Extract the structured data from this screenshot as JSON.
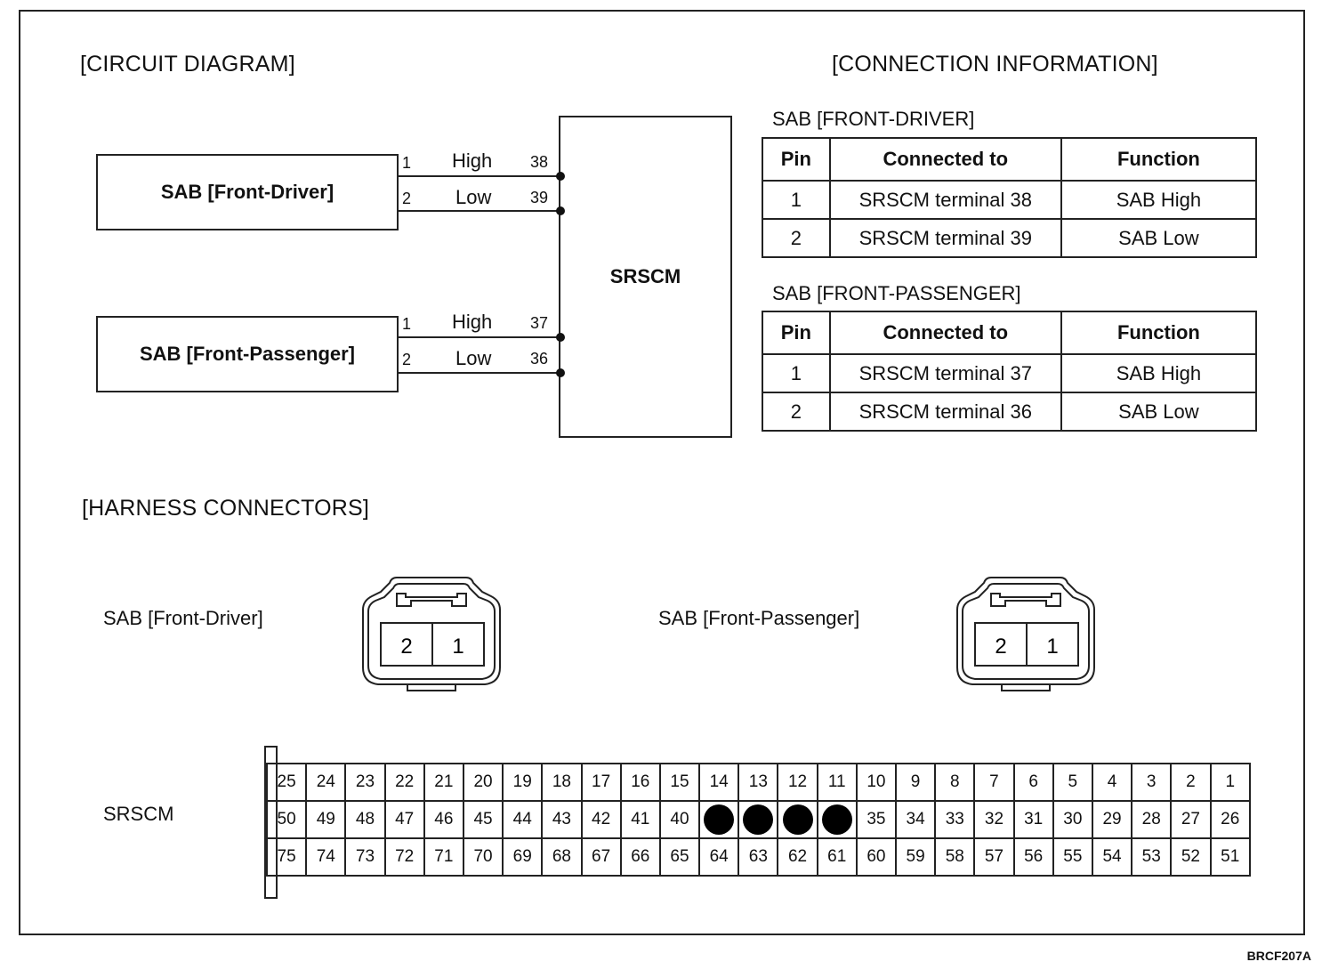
{
  "headings": {
    "circuit": "[CIRCUIT DIAGRAM]",
    "connection": "[CONNECTION INFORMATION]",
    "harness": "[HARNESS CONNECTORS]"
  },
  "circuit": {
    "driver_box": "SAB [Front-Driver]",
    "passenger_box": "SAB [Front-Passenger]",
    "module_box": "SRSCM",
    "driver_wires": [
      {
        "pin": "1",
        "signal": "High",
        "terminal": "38"
      },
      {
        "pin": "2",
        "signal": "Low",
        "terminal": "39"
      }
    ],
    "passenger_wires": [
      {
        "pin": "1",
        "signal": "High",
        "terminal": "37"
      },
      {
        "pin": "2",
        "signal": "Low",
        "terminal": "36"
      }
    ]
  },
  "tables": {
    "headers": [
      "Pin",
      "Connected to",
      "Function"
    ],
    "driver": {
      "title": "SAB [FRONT-DRIVER]",
      "rows": [
        [
          "1",
          "SRSCM terminal 38",
          "SAB High"
        ],
        [
          "2",
          "SRSCM terminal 39",
          "SAB Low"
        ]
      ]
    },
    "passenger": {
      "title": "SAB [FRONT-PASSENGER]",
      "rows": [
        [
          "1",
          "SRSCM terminal 37",
          "SAB High"
        ],
        [
          "2",
          "SRSCM terminal 36",
          "SAB Low"
        ]
      ]
    }
  },
  "harness": {
    "driver_label": "SAB [Front-Driver]",
    "passenger_label": "SAB [Front-Passenger]",
    "connector_pins": [
      "2",
      "1"
    ],
    "srscm_label": "SRSCM",
    "srscm_rows": [
      [
        "25",
        "24",
        "23",
        "22",
        "21",
        "20",
        "19",
        "18",
        "17",
        "16",
        "15",
        "14",
        "13",
        "12",
        "11",
        "10",
        "9",
        "8",
        "7",
        "6",
        "5",
        "4",
        "3",
        "2",
        "1"
      ],
      [
        "50",
        "49",
        "48",
        "47",
        "46",
        "45",
        "44",
        "43",
        "42",
        "41",
        "40",
        "",
        "",
        "",
        "",
        "35",
        "34",
        "33",
        "32",
        "31",
        "30",
        "29",
        "28",
        "27",
        "26"
      ],
      [
        "75",
        "74",
        "73",
        "72",
        "71",
        "70",
        "69",
        "68",
        "67",
        "66",
        "65",
        "64",
        "63",
        "62",
        "61",
        "60",
        "59",
        "58",
        "57",
        "56",
        "55",
        "54",
        "53",
        "52",
        "51"
      ]
    ],
    "plugged_cells": [
      [
        1,
        11
      ],
      [
        1,
        12
      ],
      [
        1,
        13
      ],
      [
        1,
        14
      ]
    ]
  },
  "code": "BRCF207A"
}
